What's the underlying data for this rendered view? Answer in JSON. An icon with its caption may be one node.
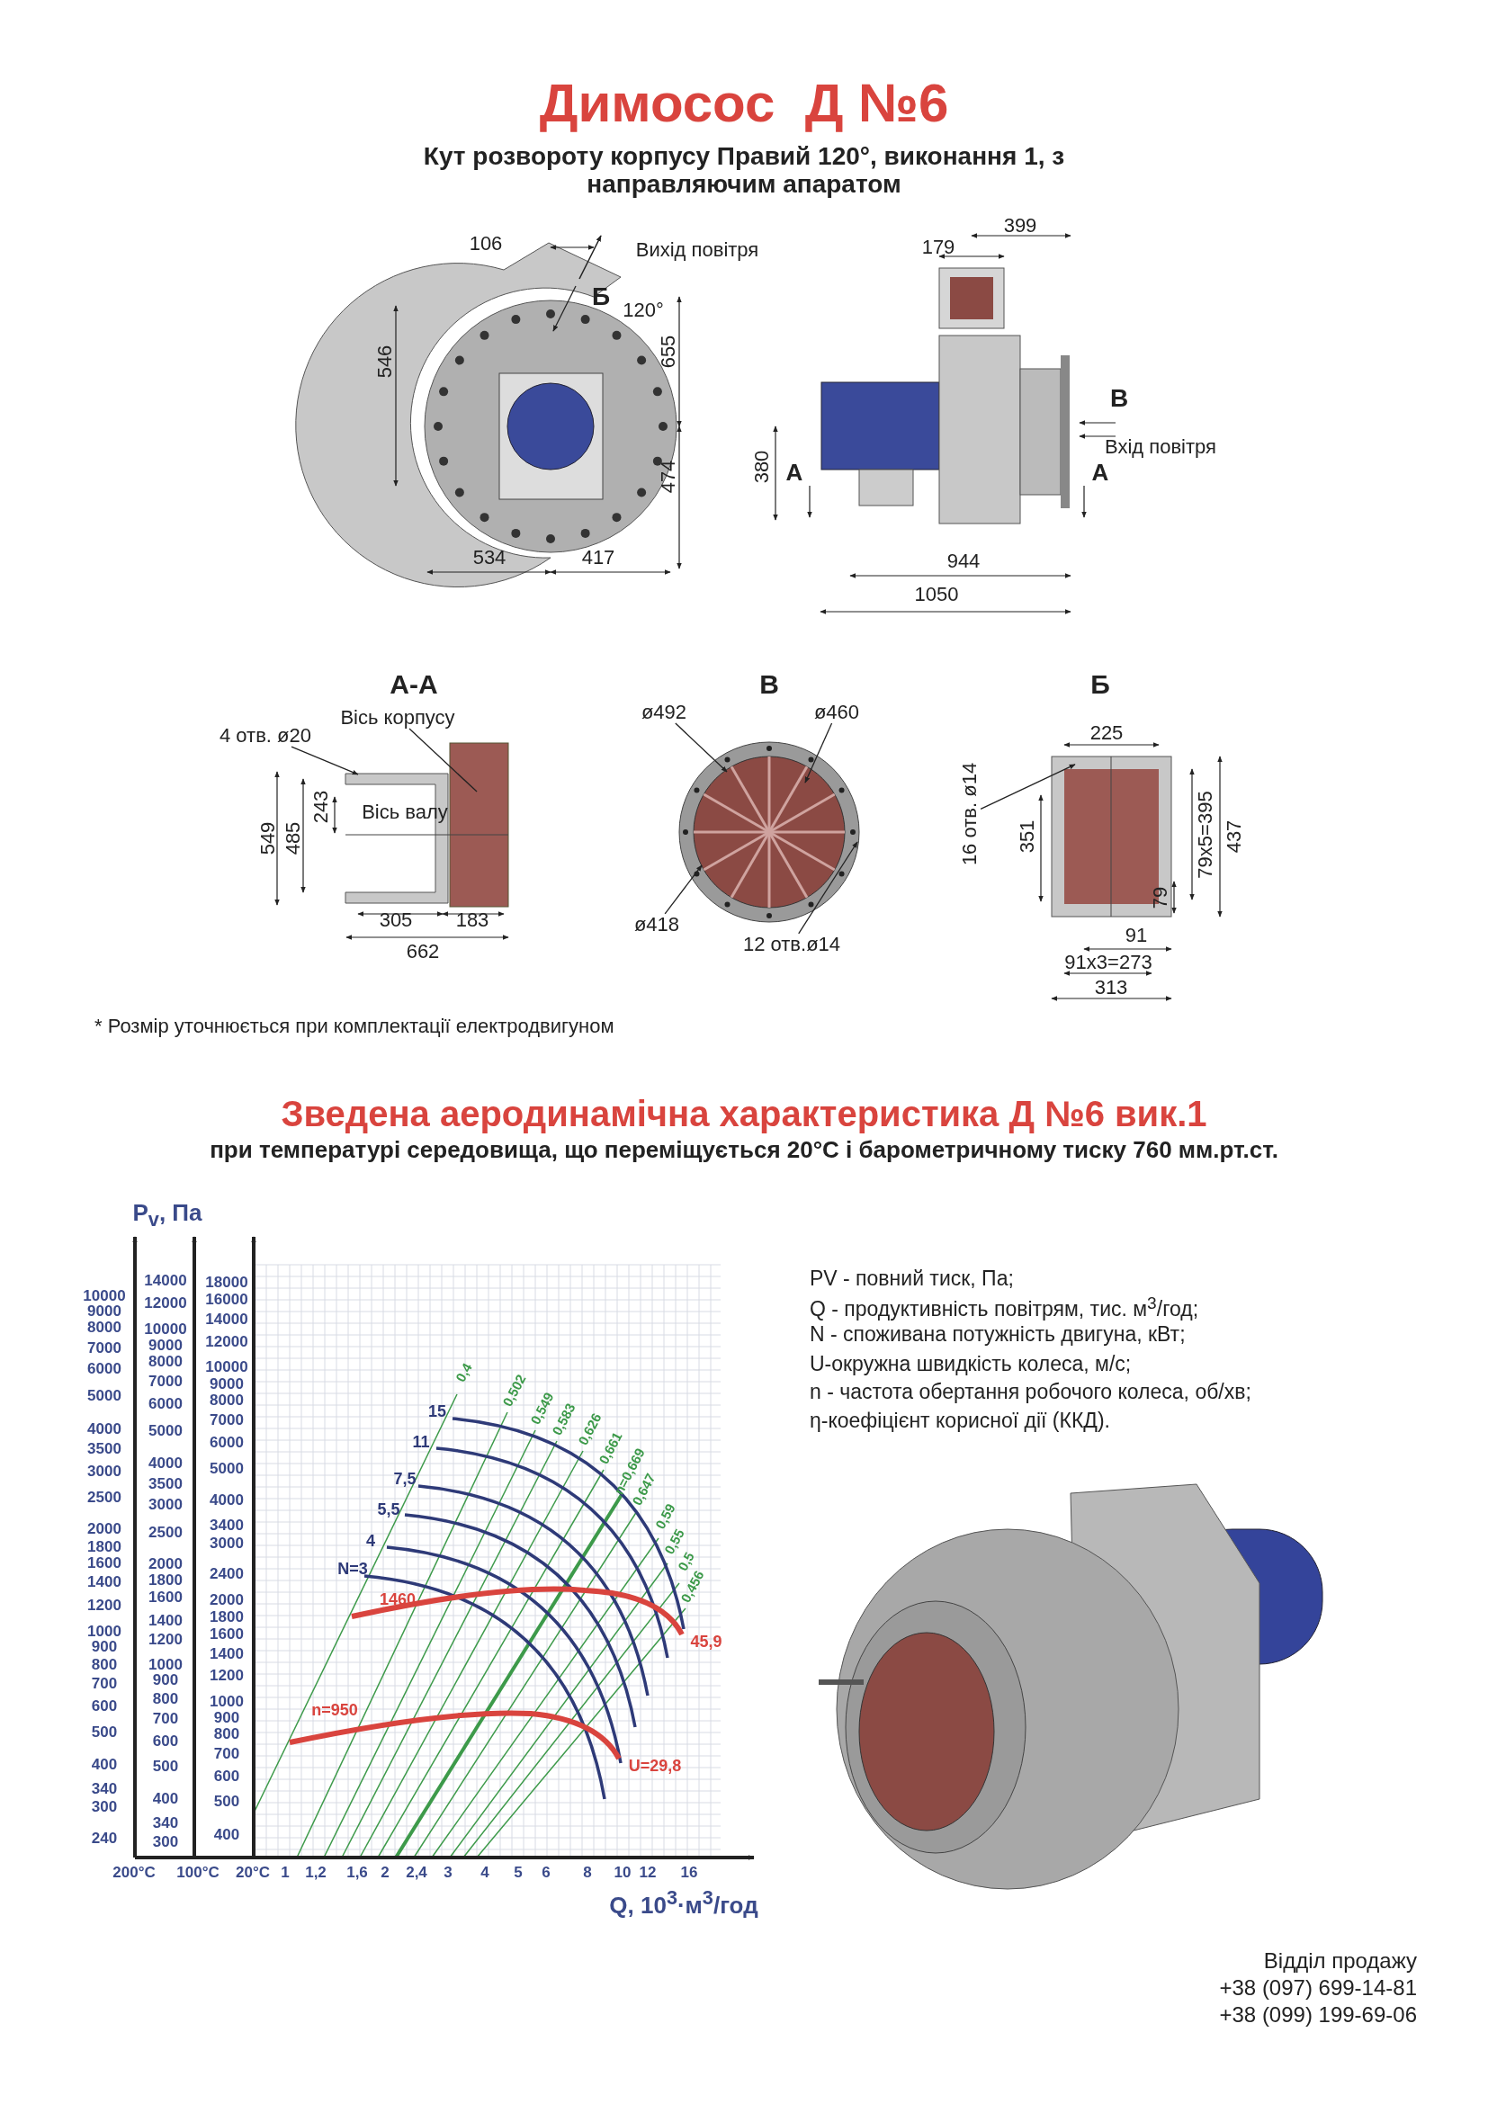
{
  "diagram": {
    "title": "Димосос  Д №6",
    "nodes": [
      {
        "text": [
          "4 отв. ø20"
        ]
      },
      {
        "text": [
          "Вісь корпусу"
        ]
      },
      {
        "text": [
          "ø492"
        ]
      },
      {
        "text": [
          "ø460"
        ]
      },
      {
        "text": [
          "ø418"
        ]
      },
      {
        "text": [
          "12 отв.ø14"
        ]
      },
      {
        "text": [
          "16 отв. ø14"
        ]
      },
      {
        "text": [],
        "shape": "picture"
      },
      {
        "text": [],
        "shape": "picture"
      },
      {
        "text": [],
        "shape": "picture"
      }
    ],
    "edges": [
      {
        "from": 0,
        "to": 7,
        "arrow": "to"
      },
      {
        "from": 1,
        "to": 7,
        "arrow": "none"
      },
      {
        "from": 2,
        "to": 8,
        "arrow": "to"
      },
      {
        "from": 3,
        "to": 8,
        "arrow": "to"
      },
      {
        "from": 4,
        "to": 8,
        "arrow": "to"
      },
      {
        "from": 5,
        "to": 8,
        "arrow": "to"
      },
      {
        "from": 6,
        "to": 9,
        "arrow": "to"
      }
    ],
    "labels": [
      "Кут розвороту корпусу Правий 120°, виконання 1, з направляючим апаратом",
      "106",
      "Вихід повітря",
      "Б",
      "120°",
      "546",
      "655",
      "474",
      "534",
      "417",
      "179",
      "399",
      "В",
      "Вхід повітря",
      "380",
      "А",
      "А",
      "944",
      "1050",
      "А-А",
      "В",
      "Б",
      "Вісь валу",
      "549",
      "485",
      "243",
      "305",
      "183",
      "662",
      "225",
      "351",
      "79x5=395",
      "437",
      "79",
      "91",
      "91x3=273",
      "313",
      "* Розмір уточнюється при комплектації електродвигуном",
      "Зведена аеродинамічна характеристика Д №6 вик.1",
      "при температурі середовища, що переміщується 20°С і барометричному тиску 760 мм.рт.ст.",
      "P$_{v}$, Па",
      "10000",
      "9000",
      "8000",
      "7000",
      "6000",
      "5000",
      "4000",
      "3500",
      "3000",
      "2500",
      "2000",
      "1800",
      "1600",
      "1400",
      "1200",
      "1000",
      "900",
      "800",
      "700",
      "600",
      "500",
      "400",
      "340",
      "300",
      "240",
      "14000",
      "12000",
      "10000",
      "9000",
      "8000",
      "7000",
      "6000",
      "5000",
      "4000",
      "3500",
      "3000",
      "2500",
      "2000",
      "1800",
      "1600",
      "1400",
      "1200",
      "1000",
      "900",
      "800",
      "700",
      "600",
      "500",
      "400",
      "340",
      "300",
      "18000",
      "16000",
      "14000",
      "12000",
      "10000",
      "9000",
      "8000",
      "7000",
      "6000",
      "5000",
      "4000",
      "3400",
      "3000",
      "2400",
      "2000",
      "1800",
      "1600",
      "1400",
      "1200",
      "1000",
      "900",
      "800",
      "700",
      "600",
      "500",
      "400",
      "200°С",
      "100°С",
      "20°С",
      "1",
      "1,2",
      "1,6",
      "2",
      "2,4",
      "3",
      "4",
      "5",
      "6",
      "8",
      "10",
      "12",
      "16",
      "15",
      "11",
      "7,5",
      "5,5",
      "4",
      "N=3",
      "1460",
      "n=950",
      "45,9",
      "U=29,8",
      "0,4",
      "0,502",
      "0,549",
      "0,583",
      "0,626",
      "0,661",
      "n=0,669",
      "0,647",
      "0,59",
      "0,55",
      "0,5",
      "0,456",
      "Q, 10$^{3}$·м$^{3}$/год",
      "PV - повний тиск, Па;",
      "Q - продуктивність повітрям, тис. м$^{3}$/год;",
      "N - споживана потужність двигуна, кВт;",
      "U-окружна швидкість колеса, м/с;",
      "n - частота обертання робочого колеса, об/хв;",
      "η-коефіцієнт корисної дії (ККД).",
      "Відділ продажу",
      "+38 (097) 699-14-81",
      "+38 (099) 199-69-06"
    ]
  }
}
